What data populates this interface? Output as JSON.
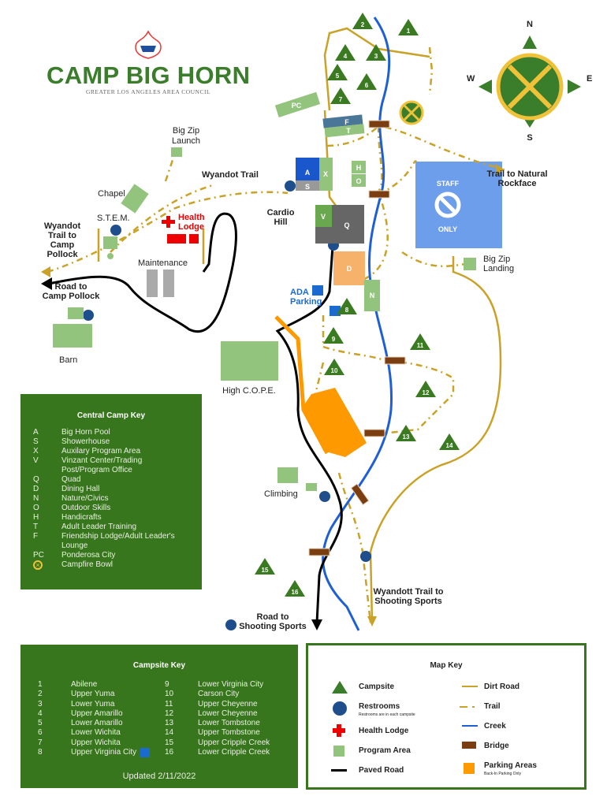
{
  "header": {
    "title": "CAMP BIG HORN",
    "subtitle": "GREATER LOS ANGELES AREA COUNCIL"
  },
  "compass": {
    "n": "N",
    "e": "E",
    "s": "S",
    "w": "W"
  },
  "labels": {
    "big_zip_launch_1": "Big Zip",
    "big_zip_launch_2": "Launch",
    "wyandot_trail": "Wyandot Trail",
    "chapel": "Chapel",
    "stem": "S.T.E.M.",
    "health_lodge_1": "Health",
    "health_lodge_2": "Lodge",
    "cardio_1": "Cardio",
    "cardio_2": "Hill",
    "wyandot_camp_1": "Wyandot",
    "wyandot_camp_2": "Trail to",
    "wyandot_camp_3": "Camp",
    "wyandot_camp_4": "Pollock",
    "maintenance": "Maintenance",
    "road_pollock_1": "Road to",
    "road_pollock_2": "Camp Pollock",
    "barn": "Barn",
    "high_cope": "High C.O.P.E.",
    "ada_1": "ADA",
    "ada_2": "Parking",
    "climbing": "Climbing",
    "trail_rock_1": "Trail to Natural",
    "trail_rock_2": "Rockface",
    "staff_1": "STAFF",
    "staff_2": "ONLY",
    "zip_landing_1": "Big Zip",
    "zip_landing_2": "Landing",
    "wyandott_ss_1": "Wyandott Trail to",
    "wyandott_ss_2": "Shooting Sports",
    "road_ss_1": "Road to",
    "road_ss_2": "Shooting Sports"
  },
  "buildings": {
    "pc": "PC",
    "f": "F",
    "t": "T",
    "a": "A",
    "s": "S",
    "x": "X",
    "h": "H",
    "o": "O",
    "v": "V",
    "q": "Q",
    "d": "D",
    "n": "N"
  },
  "campsites": [
    "1",
    "2",
    "3",
    "4",
    "5",
    "6",
    "7",
    "8",
    "9",
    "10",
    "11",
    "12",
    "13",
    "14",
    "15",
    "16"
  ],
  "central_key": {
    "title": "Central Camp Key",
    "items": [
      {
        "code": "A",
        "name": "Big Horn Pool"
      },
      {
        "code": "S",
        "name": "Showerhouse"
      },
      {
        "code": "X",
        "name": "Auxilary Program Area"
      },
      {
        "code": "V",
        "name": "Vinzant Center/Trading Post/Program Office"
      },
      {
        "code": "Q",
        "name": "Quad"
      },
      {
        "code": "D",
        "name": "Dining Hall"
      },
      {
        "code": "N",
        "name": "Nature/Civics"
      },
      {
        "code": "O",
        "name": "Outdoor Skills"
      },
      {
        "code": "H",
        "name": "Handicrafts"
      },
      {
        "code": "T",
        "name": "Adult Leader Training"
      },
      {
        "code": "F",
        "name": "Friendship Lodge/Adult Leader's Lounge"
      },
      {
        "code": "PC",
        "name": "Ponderosa City"
      },
      {
        "code": "",
        "name": "Campfire Bowl"
      }
    ]
  },
  "campsite_key": {
    "title": "Campsite Key",
    "updated": "Updated 2/11/2022",
    "left": [
      {
        "n": "1",
        "name": "Abilene"
      },
      {
        "n": "2",
        "name": "Upper Yuma"
      },
      {
        "n": "3",
        "name": "Lower Yuma"
      },
      {
        "n": "4",
        "name": "Upper Amarillo"
      },
      {
        "n": "5",
        "name": "Lower Amarillo"
      },
      {
        "n": "6",
        "name": "Lower Wichita"
      },
      {
        "n": "7",
        "name": "Upper Wichita"
      },
      {
        "n": "8",
        "name": "Upper Virginia City"
      }
    ],
    "right": [
      {
        "n": "9",
        "name": "Lower Virginia City"
      },
      {
        "n": "10",
        "name": "Carson City"
      },
      {
        "n": "11",
        "name": "Upper Cheyenne"
      },
      {
        "n": "12",
        "name": "Lower Cheyenne"
      },
      {
        "n": "13",
        "name": "Lower Tombstone"
      },
      {
        "n": "14",
        "name": "Upper Tombstone"
      },
      {
        "n": "15",
        "name": "Upper Cripple Creek"
      },
      {
        "n": "16",
        "name": "Lower Cripple Creek"
      }
    ]
  },
  "map_key": {
    "title": "Map Key",
    "campsite": "Campsite",
    "restrooms": "Restrooms",
    "restrooms_note": "Restrooms are in each campsite",
    "health": "Health Lodge",
    "program": "Program Area",
    "paved": "Paved Road",
    "dirt": "Dirt Road",
    "trail": "Trail",
    "creek": "Creek",
    "bridge": "Bridge",
    "parking": "Parking Areas",
    "parking_note": "Back-In Parking Only"
  },
  "colors": {
    "green": "#38761d",
    "light_green": "#93c47d",
    "creek": "#1f5fd6",
    "gold": "#c9a227",
    "bridge": "#7a3e10",
    "parking": "#ff9900",
    "staff": "#6d9eeb"
  }
}
